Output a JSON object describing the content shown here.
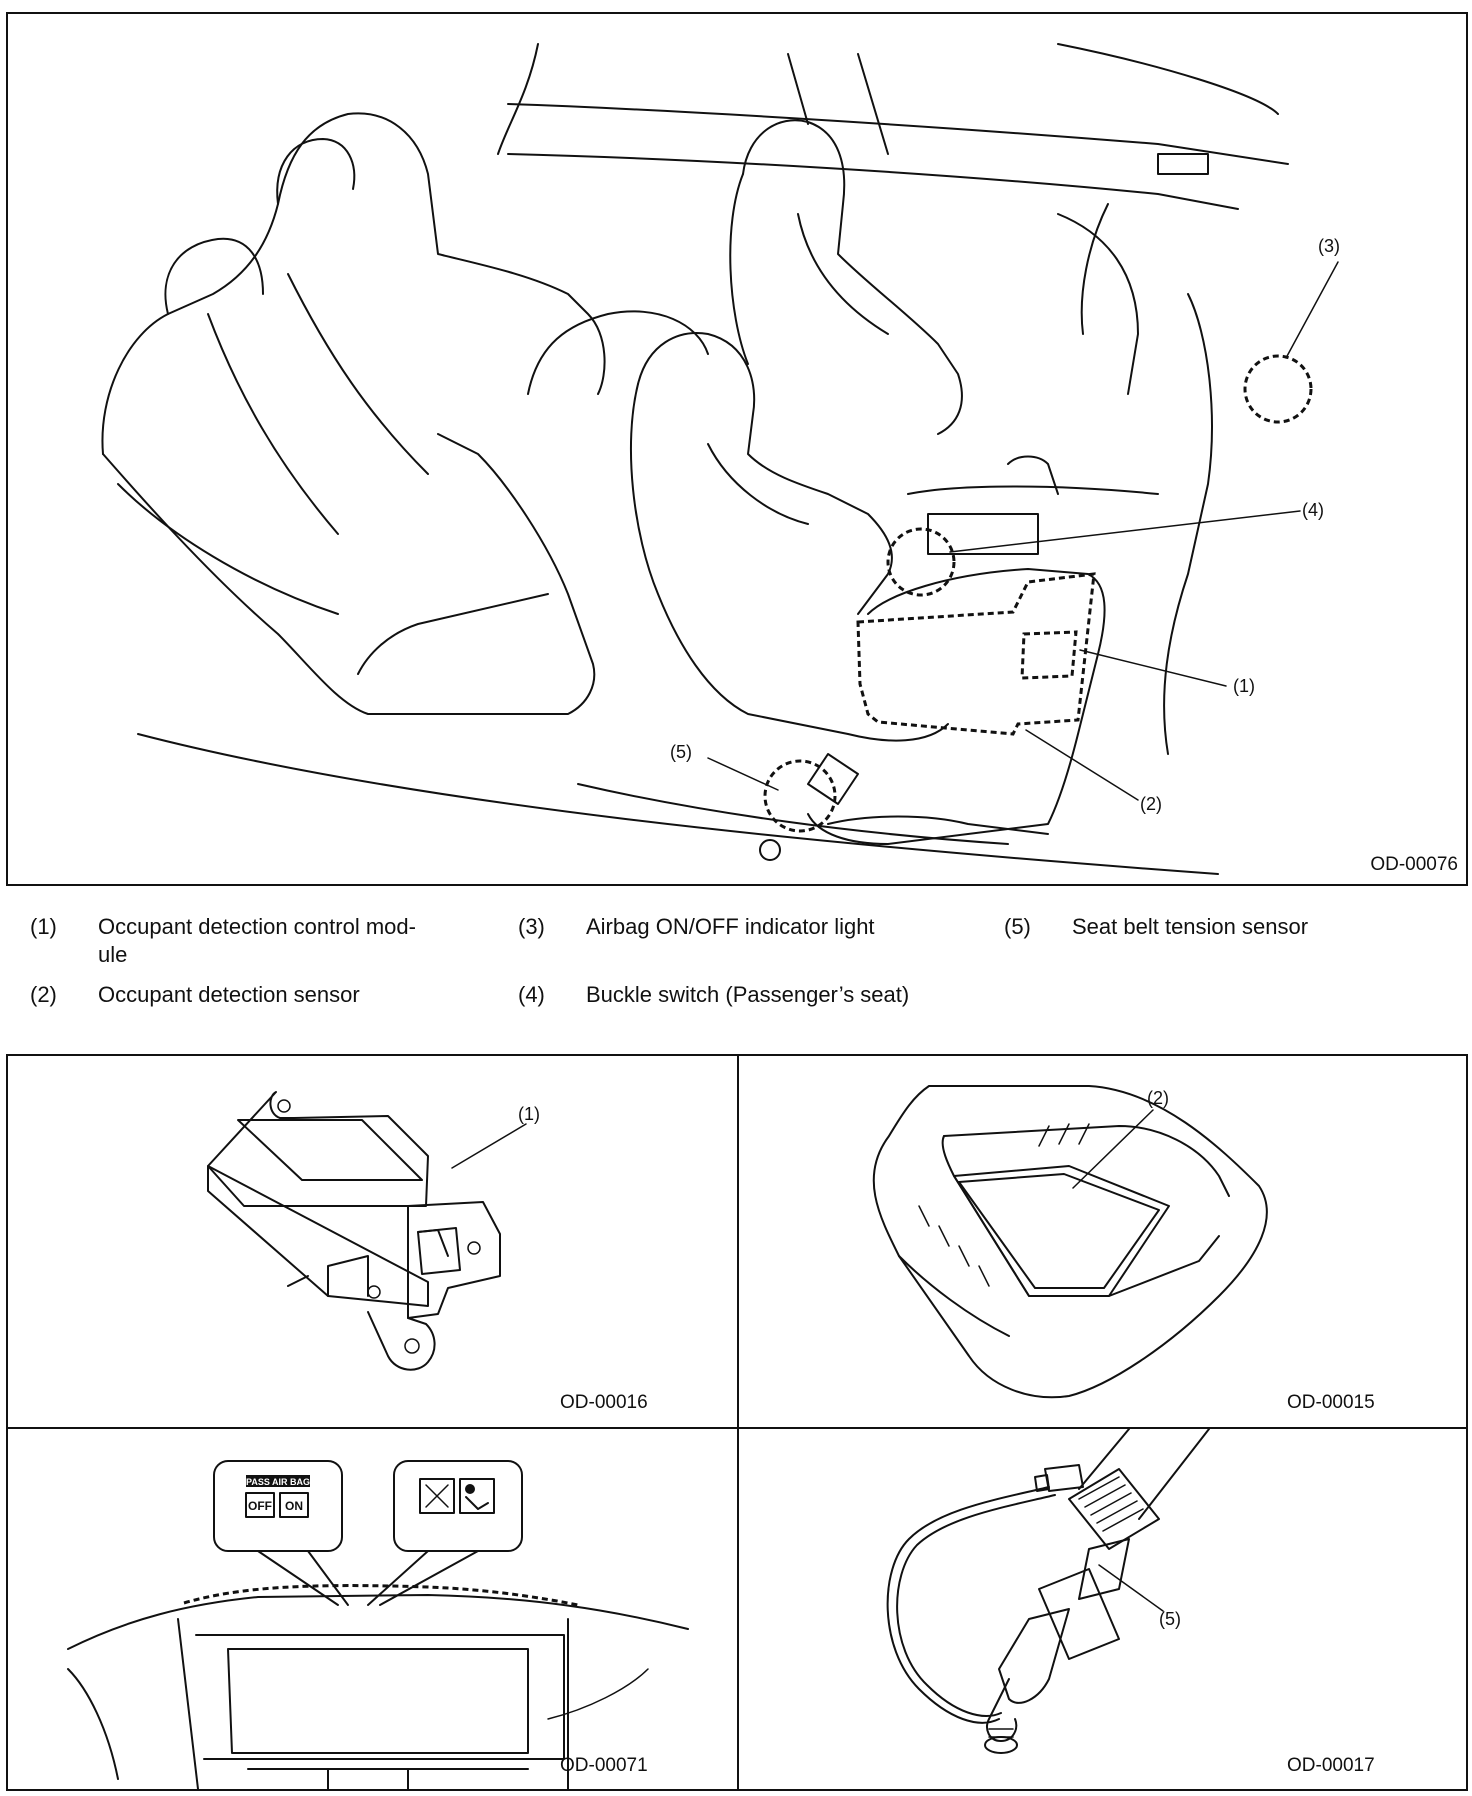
{
  "main_figure": {
    "figure_id": "OD-00076",
    "callouts": [
      "(1)",
      "(2)",
      "(3)",
      "(4)",
      "(5)"
    ]
  },
  "legend": [
    {
      "num": "(1)",
      "text": "Occupant detection control mod-",
      "text_cont": "ule"
    },
    {
      "num": "(2)",
      "text": "Occupant detection sensor"
    },
    {
      "num": "(3)",
      "text": "Airbag ON/OFF indicator light"
    },
    {
      "num": "(4)",
      "text": "Buckle switch (Passenger’s seat)"
    },
    {
      "num": "(5)",
      "text": "Seat belt tension sensor"
    }
  ],
  "panels": [
    {
      "figure_id": "OD-00016",
      "callout": "(1)"
    },
    {
      "figure_id": "OD-00015",
      "callout": "(2)"
    },
    {
      "figure_id": "OD-00071",
      "indicator": {
        "header": "PASS AIR BAG",
        "off": "OFF",
        "on": "ON"
      }
    },
    {
      "figure_id": "OD-00017",
      "callout": "(5)"
    }
  ]
}
